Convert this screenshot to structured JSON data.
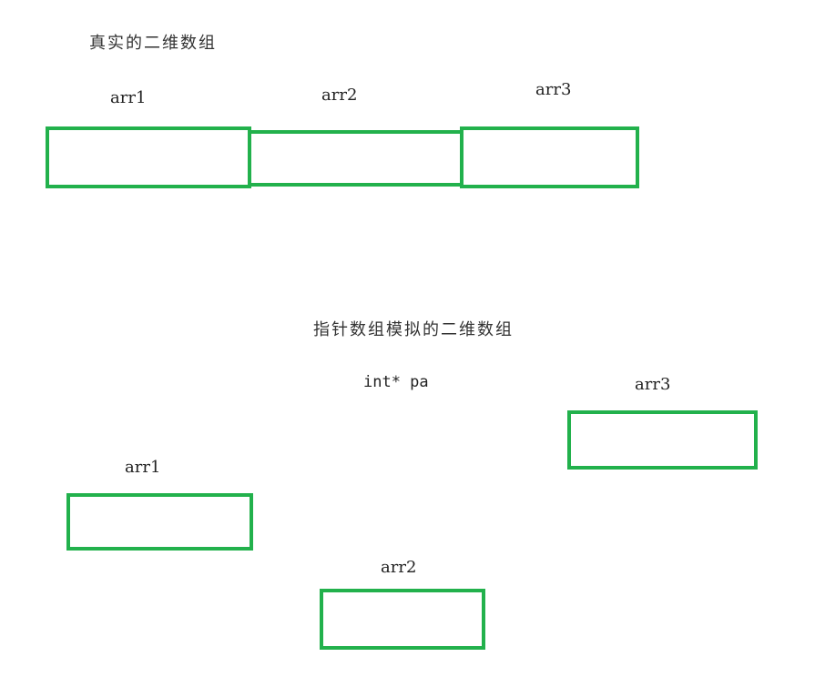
{
  "colors": {
    "box_border": "#22b14c",
    "text": "#222222",
    "background": "#ffffff"
  },
  "real_array": {
    "title": "真实的二维数组",
    "labels": [
      "arr1",
      "arr2",
      "arr3"
    ]
  },
  "pointer_array": {
    "title": "指针数组模拟的二维数组",
    "pointer_label": "int* pa",
    "labels": {
      "arr1": "arr1",
      "arr2": "arr2",
      "arr3": "arr3"
    }
  }
}
